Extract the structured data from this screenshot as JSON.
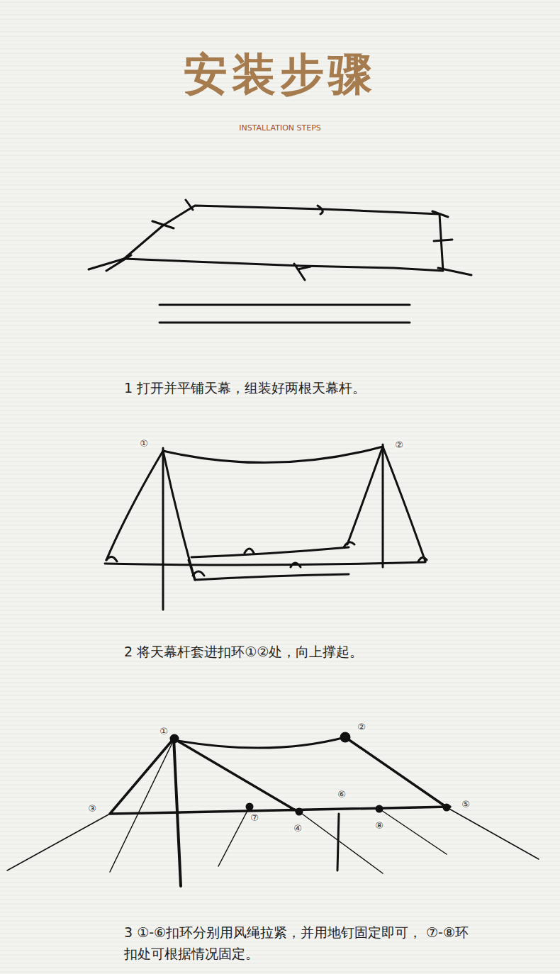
{
  "diagram": {
    "title": "安装步骤",
    "labels": [
      "INSTALLATION STEPS",
      "1 打开并平铺天幕，组装好两根天幕杆。",
      "①",
      "②",
      "2 将天幕杆套进扣环①②处，向上撑起。",
      "①",
      "②",
      "⑥",
      "③",
      "⑤",
      "⑦",
      "④",
      "⑧",
      "3 ①-⑥扣环分别用风绳拉紧，并用地钉固定即可， ⑦-⑧环扣处可根据情况固定。"
    ]
  }
}
